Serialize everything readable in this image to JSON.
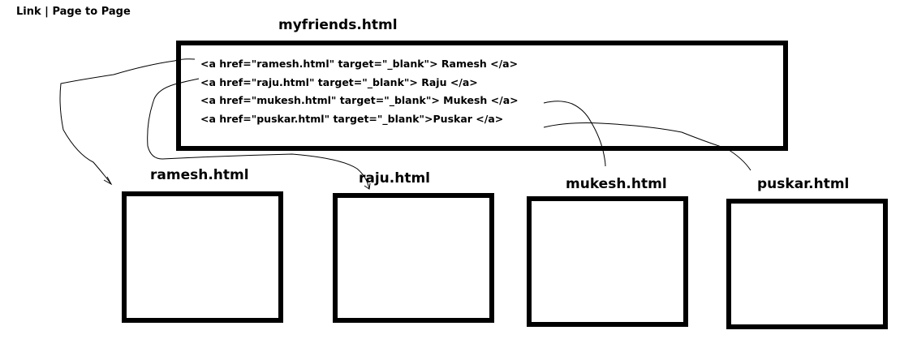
{
  "title": "Link | Page  to Page",
  "main_file": {
    "name": "myfriends.html",
    "lines": [
      "<a href=\"ramesh.html\" target=\"_blank\"> Ramesh </a>",
      "<a href=\"raju.html\" target=\"_blank\"> Raju </a>",
      "<a href=\"mukesh.html\" target=\"_blank\"> Mukesh </a>",
      "<a href=\"puskar.html\" target=\"_blank\">Puskar </a>"
    ]
  },
  "pages": [
    {
      "name": "ramesh.html"
    },
    {
      "name": "raju.html"
    },
    {
      "name": "mukesh.html"
    },
    {
      "name": "puskar.html"
    }
  ],
  "colors": {
    "stroke": "#000000",
    "background": "#ffffff"
  }
}
